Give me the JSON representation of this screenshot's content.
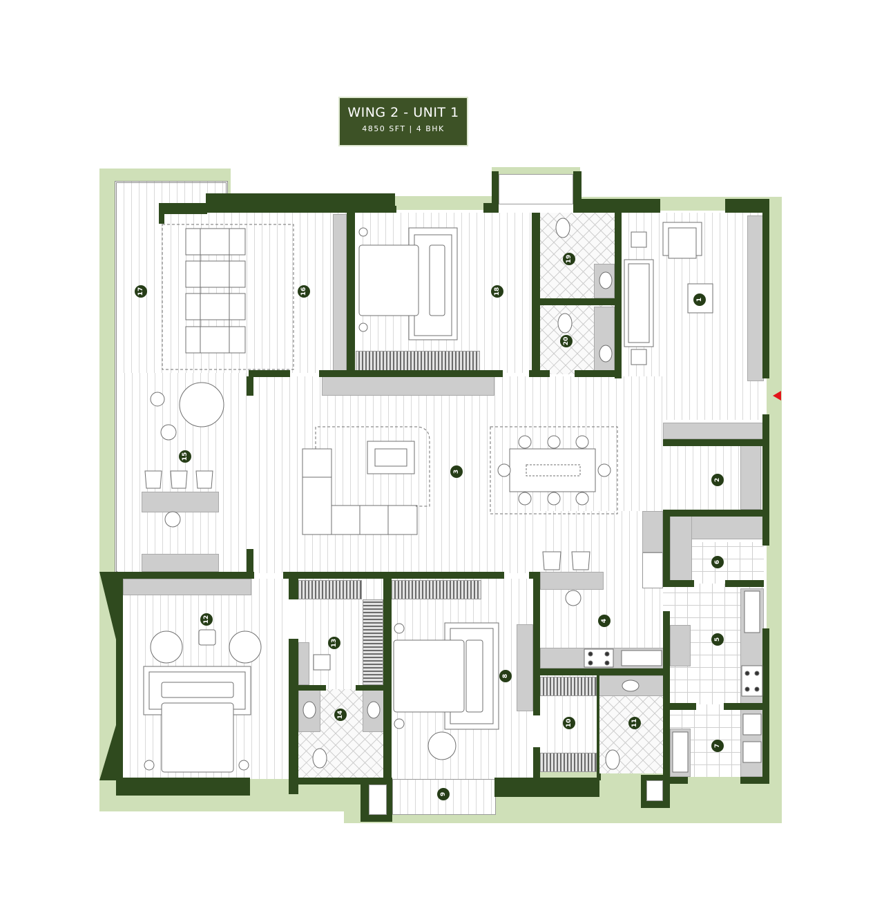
{
  "header": {
    "title": "WING 2 - UNIT 1",
    "subtitle": "4850 SFT | 4 BHK"
  },
  "colors": {
    "wall": "#2f4a1e",
    "landscape": "#cfe0b8",
    "title_bg": "#3d5226",
    "entry_arrow": "#e3151b",
    "counter_gray": "#cdcdcd"
  },
  "rooms": [
    {
      "id": "1",
      "label": "1"
    },
    {
      "id": "2",
      "label": "2"
    },
    {
      "id": "3",
      "label": "3"
    },
    {
      "id": "4",
      "label": "4"
    },
    {
      "id": "5",
      "label": "5"
    },
    {
      "id": "6",
      "label": "6"
    },
    {
      "id": "7",
      "label": "7"
    },
    {
      "id": "8",
      "label": "8"
    },
    {
      "id": "9",
      "label": "9"
    },
    {
      "id": "10",
      "label": "10"
    },
    {
      "id": "11",
      "label": "11"
    },
    {
      "id": "12",
      "label": "12"
    },
    {
      "id": "13",
      "label": "13"
    },
    {
      "id": "14",
      "label": "14"
    },
    {
      "id": "15",
      "label": "15"
    },
    {
      "id": "16",
      "label": "16"
    },
    {
      "id": "17",
      "label": "17"
    },
    {
      "id": "18",
      "label": "18"
    },
    {
      "id": "19",
      "label": "19"
    },
    {
      "id": "20",
      "label": "20"
    }
  ],
  "entry": {
    "icon": "entry-arrow-icon"
  }
}
